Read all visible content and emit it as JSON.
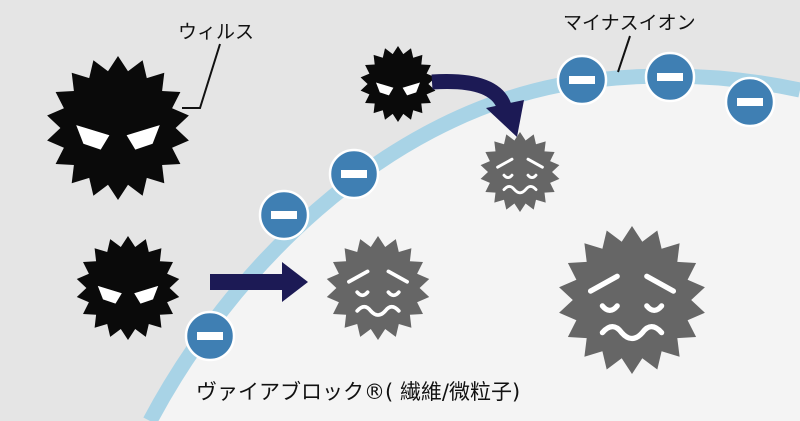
{
  "labels": {
    "virus": "ウィルス",
    "minus_ion": "マイナスイオン",
    "fabric": "ヴァイアブロック®( 繊維/微粒子)"
  },
  "colors": {
    "background": "#e5e5e5",
    "fabric_fill": "#f4f4f4",
    "fabric_band": "#a8d3e6",
    "ion_fill": "#3f7fb3",
    "ion_stroke": "#ffffff",
    "active_virus": "#0a0a0a",
    "weakened_virus": "#666666",
    "arrow": "#1c1a55",
    "leader_line": "#111111"
  },
  "icons": {
    "virus_active": "angry-virus-icon",
    "virus_weak": "worried-virus-icon",
    "ion": "minus-ion-icon",
    "arrow": "arrow-icon"
  }
}
